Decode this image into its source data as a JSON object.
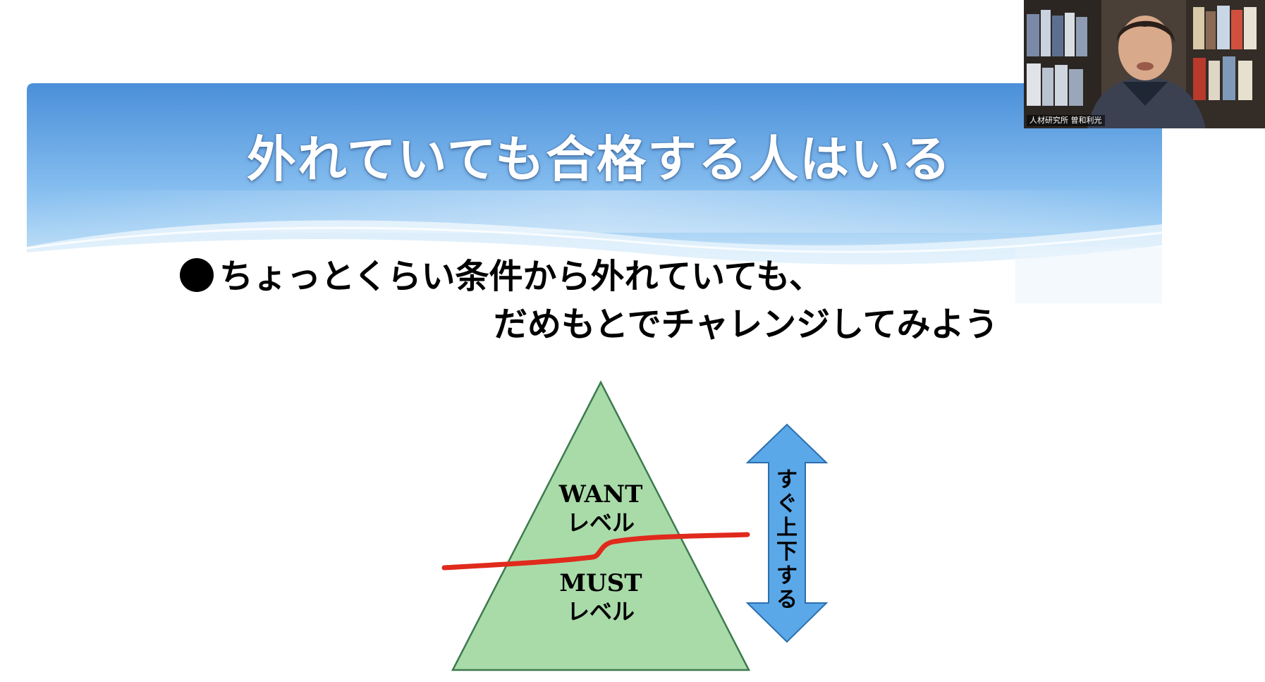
{
  "slide": {
    "title": "外れていても合格する人はいる",
    "bullet_line1": "ちょっとくらい条件から外れていても、",
    "bullet_line2": "だめもとでチャレンジしてみよう",
    "diagram": {
      "want_label_1": "WANT",
      "want_label_2": "レベル",
      "must_label_1": "MUST",
      "must_label_2": "レベル",
      "arrow_label": "すぐ上下する",
      "colors": {
        "triangle_fill": "#a9dba9",
        "triangle_stroke": "#3d7a4e",
        "red_line": "#e02a1c",
        "arrow_fill": "#5aa8e8",
        "arrow_stroke": "#2c6fae",
        "banner_sky_top": "#4f93db",
        "banner_sky_bottom": "#d8ecfa"
      }
    }
  },
  "webcam": {
    "participant_name": "人材研究所 曽和利光"
  }
}
